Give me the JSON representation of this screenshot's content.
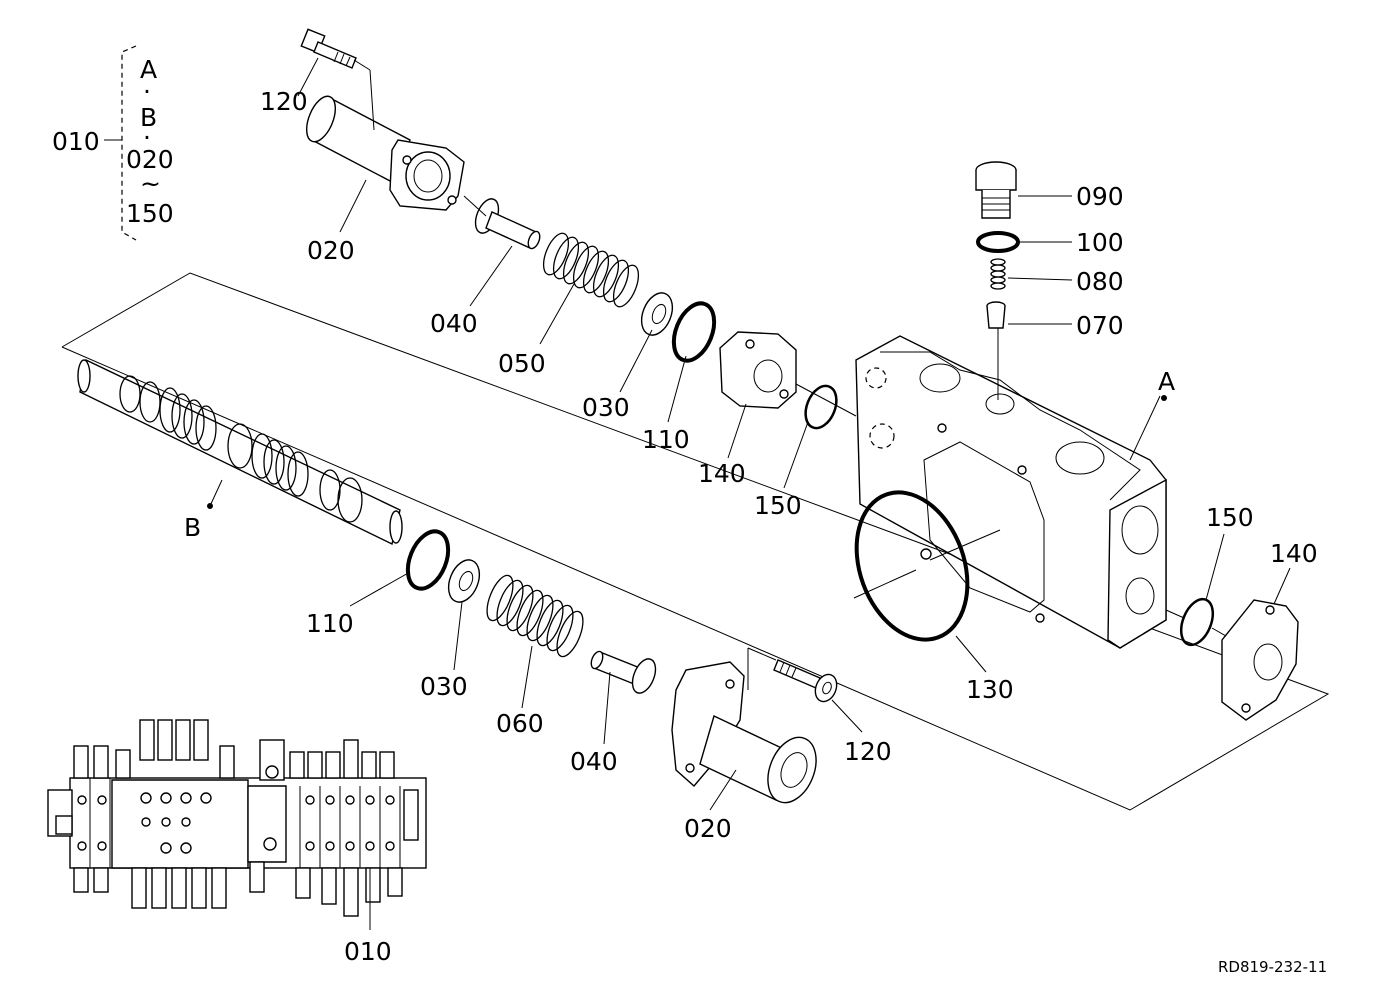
{
  "diagram": {
    "reference_code": "RD819-232-11",
    "bracket": {
      "label": "010",
      "lines": [
        "A",
        "·",
        "B",
        "·",
        "020",
        "~",
        "150"
      ]
    },
    "labels": {
      "p120_top": "120",
      "p020_top": "020",
      "p040_top": "040",
      "p050": "050",
      "p030_top": "030",
      "p110_top": "110",
      "p140_top": "140",
      "p150_top": "150",
      "p090": "090",
      "p100": "100",
      "p080": "080",
      "p070": "070",
      "pA": "A",
      "pB": "B",
      "p110_bot": "110",
      "p030_bot": "030",
      "p060": "060",
      "p040_bot": "040",
      "p020_bot": "020",
      "p120_bot": "120",
      "p130": "130",
      "p150_right": "150",
      "p140_right": "140",
      "p010": "010"
    }
  }
}
